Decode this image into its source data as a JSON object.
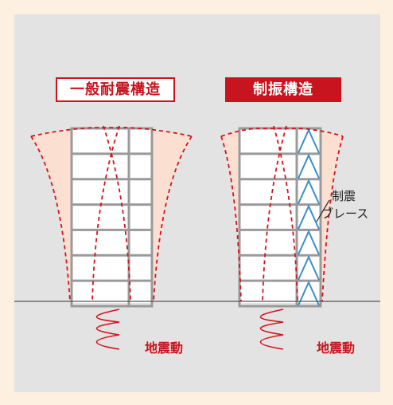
{
  "labels": {
    "conventional": "一般耐震構造",
    "damping": "制振構造",
    "earthquake_left": "地震動",
    "earthquake_right": "地震動",
    "brace_line1": "制震",
    "brace_line2": "ブレース"
  },
  "colors": {
    "background": "#fdf0e1",
    "panel": "#e3e3e3",
    "accent_red": "#c8141e",
    "sway_fill": "#fbe0d2",
    "frame_gray": "#9a9a9a",
    "brace_blue": "#3a8fc8",
    "ground_line": "#555555"
  },
  "buildings": {
    "floors": 7,
    "columns_conventional": 2,
    "columns_damping": 2,
    "brace_bay": "right"
  }
}
